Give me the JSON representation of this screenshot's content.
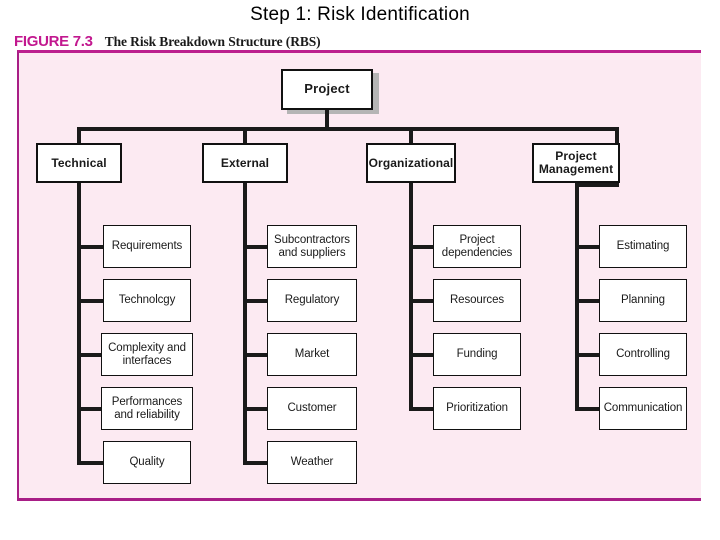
{
  "slide": {
    "title": "Step 1: Risk Identification"
  },
  "figure": {
    "number": "FIGURE 7.3",
    "title": "The Risk Breakdown Structure (RBS)",
    "accent_color": "#C2188F",
    "frame_fill": "#FCEAF2"
  },
  "diagram": {
    "type": "hierarchy-tree",
    "root": {
      "label": "Project"
    },
    "branches": [
      {
        "label": "Technical",
        "children": [
          {
            "label": "Requirements"
          },
          {
            "label": "Technolcgy"
          },
          {
            "label": "Complexity and interfaces"
          },
          {
            "label": "Performances and reliability"
          },
          {
            "label": "Quality"
          }
        ]
      },
      {
        "label": "External",
        "children": [
          {
            "label": "Subcontractors and suppliers"
          },
          {
            "label": "Regulatory"
          },
          {
            "label": "Market"
          },
          {
            "label": "Customer"
          },
          {
            "label": "Weather"
          }
        ]
      },
      {
        "label": "Organizational",
        "children": [
          {
            "label": "Project dependencies"
          },
          {
            "label": "Resources"
          },
          {
            "label": "Funding"
          },
          {
            "label": "Prioritization"
          }
        ]
      },
      {
        "label": "Project Management",
        "children": [
          {
            "label": "Estimating"
          },
          {
            "label": "Planning"
          },
          {
            "label": "Controlling"
          },
          {
            "label": "Communication"
          }
        ]
      }
    ]
  }
}
